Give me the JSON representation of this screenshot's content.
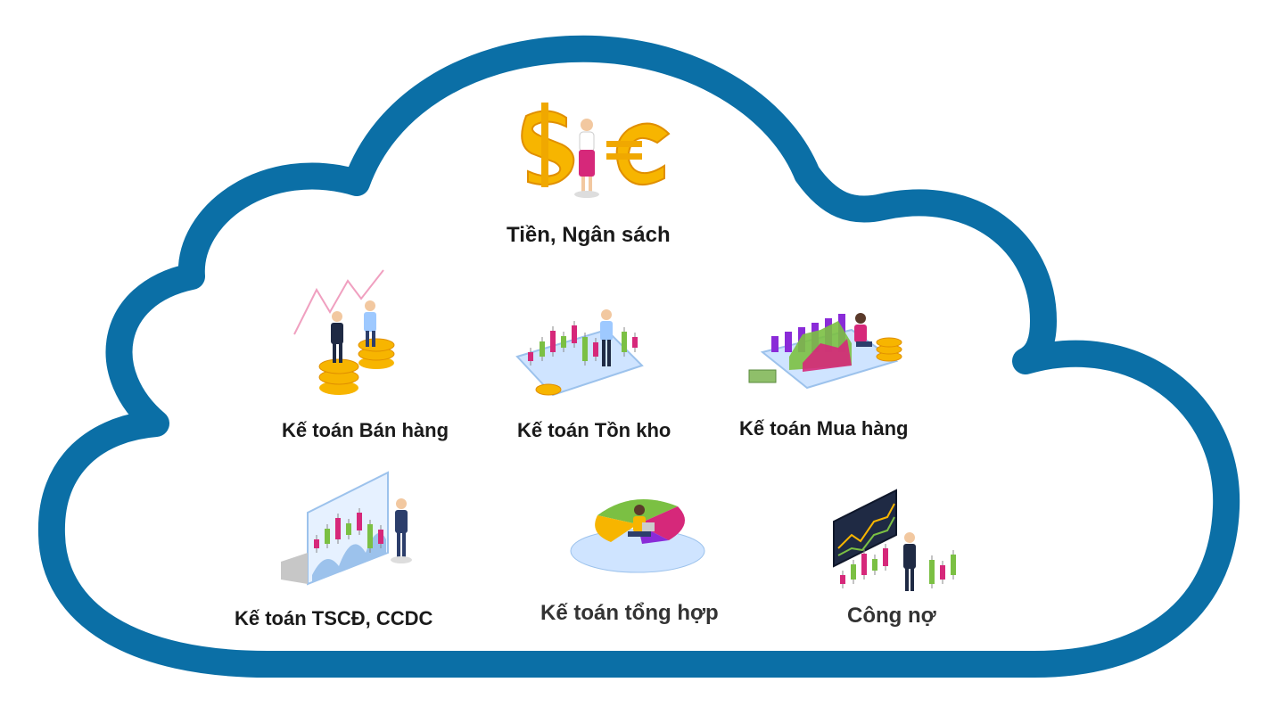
{
  "colors": {
    "cloud_outline": "#0b6fa6",
    "cloud_fill": "#ffffff",
    "gold": "#f7b500",
    "gold_dark": "#e08f00",
    "magenta": "#d6287a",
    "purple": "#8a2bd8",
    "green": "#7bc043",
    "screen_blue": "#cfe4ff",
    "suit": "#1f2a44"
  },
  "modules": [
    {
      "id": "cash-budget",
      "label": "Tiền, Ngân sách",
      "icon": "currency-coins-icon"
    },
    {
      "id": "sales",
      "label": "Kế toán Bán hàng",
      "icon": "handshake-coins-icon"
    },
    {
      "id": "inventory",
      "label": "Kế toán Tồn kho",
      "icon": "candlestick-platform-icon"
    },
    {
      "id": "purchasing",
      "label": "Kế toán Mua hàng",
      "icon": "area-chart-tablet-icon"
    },
    {
      "id": "fixed-assets",
      "label": "Kế toán TSCĐ, CCDC",
      "icon": "chart-board-icon"
    },
    {
      "id": "general",
      "label": "Kế toán tổng hợp",
      "icon": "pie-chart-person-icon"
    },
    {
      "id": "receivables",
      "label": "Công nợ",
      "icon": "trading-screen-icon"
    }
  ]
}
